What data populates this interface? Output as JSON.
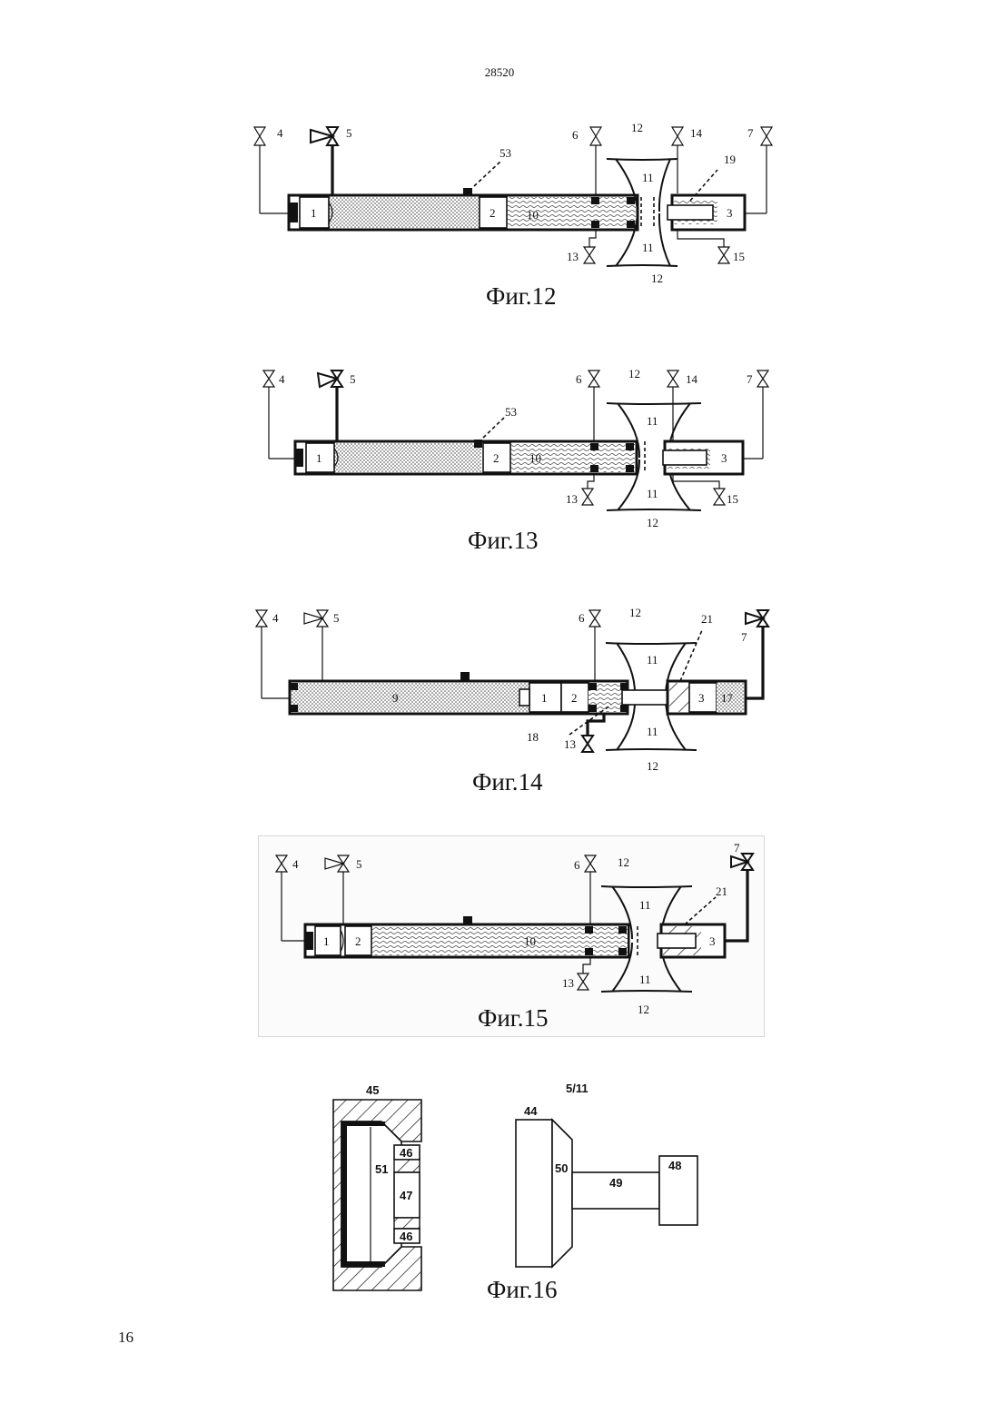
{
  "page": {
    "number": "28520",
    "footer": "16"
  },
  "figures": {
    "fig12": {
      "caption": "Фиг.12",
      "labels": {
        "v4": "4",
        "v5": "5",
        "v6": "6",
        "v7": "7",
        "v14": "14",
        "v13": "13",
        "v15": "15",
        "n12_top": "12",
        "n12_bot": "12",
        "n11_top": "11",
        "n11_bot": "11",
        "n53": "53",
        "n19": "19",
        "n1": "1",
        "n2": "2",
        "n3": "3",
        "n10": "10"
      }
    },
    "fig13": {
      "caption": "Фиг.13",
      "labels": {
        "v4": "4",
        "v5": "5",
        "v6": "6",
        "v7": "7",
        "v14": "14",
        "v13": "13",
        "v15": "15",
        "n12_top": "12",
        "n12_bot": "12",
        "n11_top": "11",
        "n11_bot": "11",
        "n53": "53",
        "n1": "1",
        "n2": "2",
        "n3": "3",
        "n10": "10"
      }
    },
    "fig14": {
      "caption": "Фиг.14",
      "labels": {
        "v4": "4",
        "v5": "5",
        "v6": "6",
        "v7": "7",
        "v13": "13",
        "n12_top": "12",
        "n12_bot": "12",
        "n11_top": "11",
        "n11_bot": "11",
        "n21": "21",
        "n18": "18",
        "n9": "9",
        "n1": "1",
        "n2": "2",
        "n3": "3",
        "n17": "17"
      }
    },
    "fig15": {
      "caption": "Фиг.15",
      "labels": {
        "v4": "4",
        "v5": "5",
        "v6": "6",
        "v7": "7",
        "v13": "13",
        "n12_top": "12",
        "n12_bot": "12",
        "n11_top": "11",
        "n11_bot": "11",
        "n21": "21",
        "n1": "1",
        "n2": "2",
        "n3": "3",
        "n10": "10"
      }
    },
    "fig16": {
      "caption": "Фиг.16",
      "sheet": "5/11",
      "labels": {
        "n45": "45",
        "n46a": "46",
        "n46b": "46",
        "n47": "47",
        "n51": "51",
        "n44": "44",
        "n50": "50",
        "n49": "49",
        "n48": "48"
      }
    }
  }
}
